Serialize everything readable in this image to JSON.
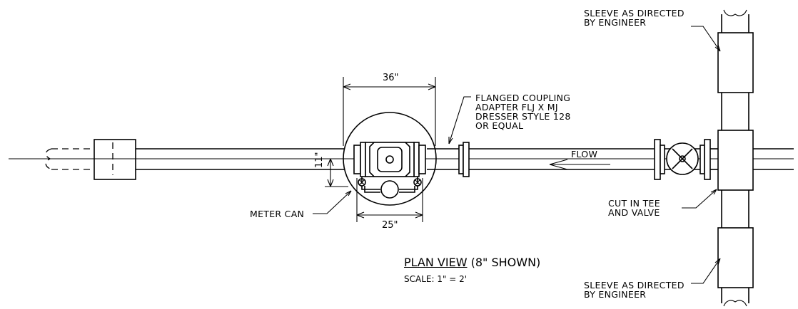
{
  "labels": {
    "sleeve_top": "SLEEVE AS DIRECTED\nBY ENGINEER",
    "sleeve_bottom": "SLEEVE AS DIRECTED\nBY ENGINEER",
    "flanged_coupling": "FLANGED COUPLING\nADAPTER FLJ X MJ\nDRESSER STYLE 128\nOR EQUAL",
    "flow": "FLOW",
    "cut_in_tee": "CUT IN TEE\nAND VALVE",
    "meter_can": "METER CAN"
  },
  "dimensions": {
    "top_width": "36\"",
    "bottom_width": "25\"",
    "vertical": "11\""
  },
  "title": {
    "main": "PLAN VIEW",
    "suffix": " (8\" SHOWN)",
    "scale": "SCALE: 1\" = 2'"
  }
}
